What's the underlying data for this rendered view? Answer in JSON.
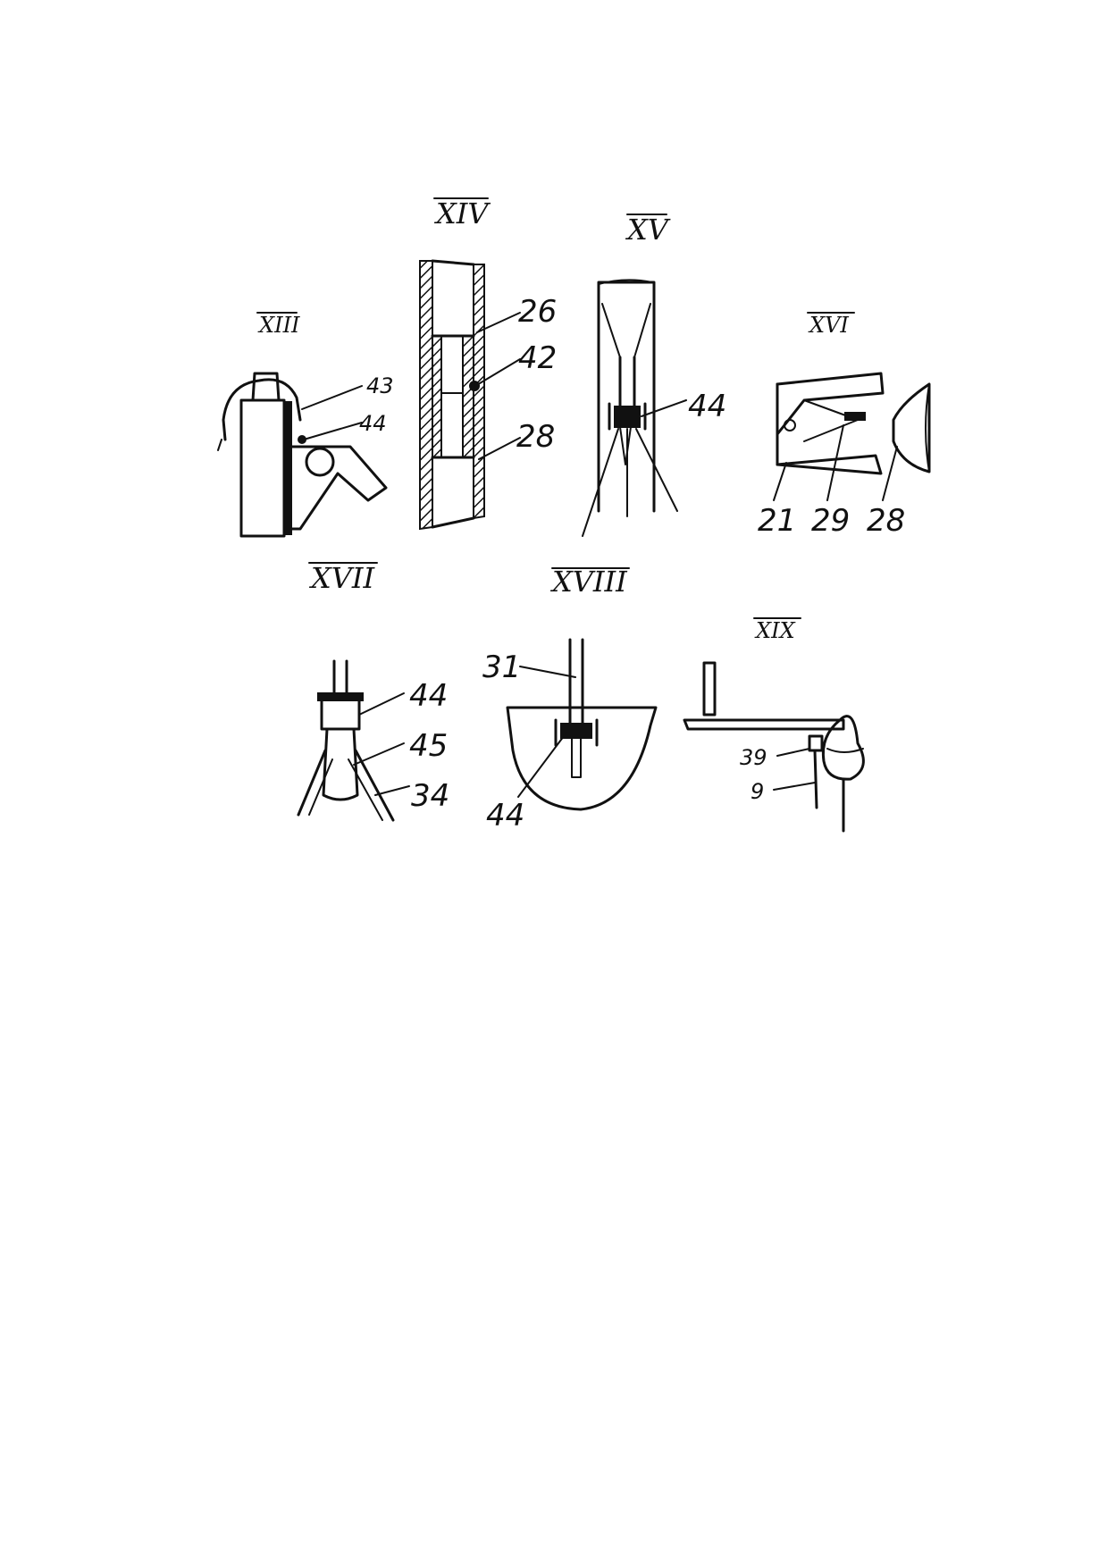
{
  "views": [
    {
      "id": "xiii",
      "title": "XIII",
      "labels": [
        "43",
        "44"
      ]
    },
    {
      "id": "xiv",
      "title": "XIV",
      "labels": [
        "26",
        "42",
        "28"
      ]
    },
    {
      "id": "xv",
      "title": "XV",
      "labels": [
        "44"
      ]
    },
    {
      "id": "xvi",
      "title": "XVI",
      "labels": [
        "21",
        "29",
        "28"
      ]
    },
    {
      "id": "xvii",
      "title": "XVII",
      "labels": [
        "44",
        "45",
        "34"
      ]
    },
    {
      "id": "xviii",
      "title": "XVIII",
      "labels": [
        "31",
        "44"
      ]
    },
    {
      "id": "xix",
      "title": "XIX",
      "labels": [
        "39",
        "9"
      ]
    }
  ]
}
